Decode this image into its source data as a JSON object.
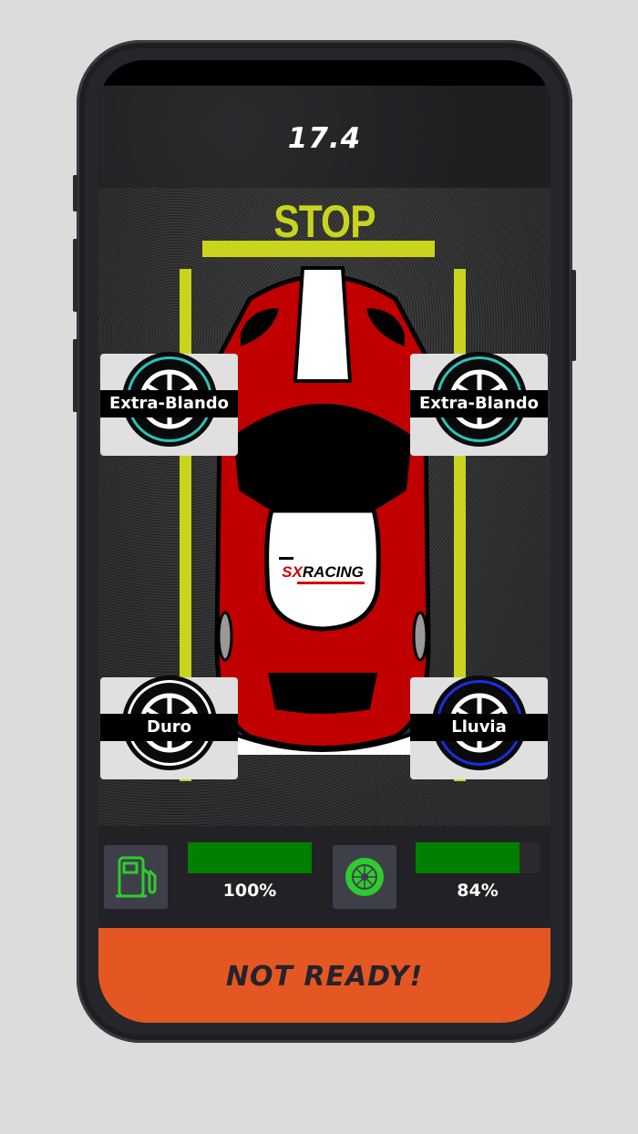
{
  "header": {
    "timer": "17.4"
  },
  "track": {
    "stop_label": "STOP",
    "car_logo": "SXRACING"
  },
  "tyres": [
    {
      "position": "front-left",
      "compound": "Extra-Blando",
      "ring_color": "#2ec1b8"
    },
    {
      "position": "front-right",
      "compound": "Extra-Blando",
      "ring_color": "#2ec1b8"
    },
    {
      "position": "rear-left",
      "compound": "Duro",
      "ring_color": "#ffffff"
    },
    {
      "position": "rear-right",
      "compound": "Lluvia",
      "ring_color": "#1a2ee0"
    }
  ],
  "stats": {
    "fuel": {
      "icon": "fuel-pump-icon",
      "percent": 100,
      "label": "100%"
    },
    "tyre_wear": {
      "icon": "tyre-icon",
      "percent": 84,
      "label": "84%"
    }
  },
  "action": {
    "label": "NOT READY!"
  },
  "colors": {
    "accent_orange": "#e55722",
    "lane_yellow": "#c8d41d",
    "bar_green": "#007f00",
    "icon_green": "#2ecc2e",
    "car_red": "#c00000"
  }
}
